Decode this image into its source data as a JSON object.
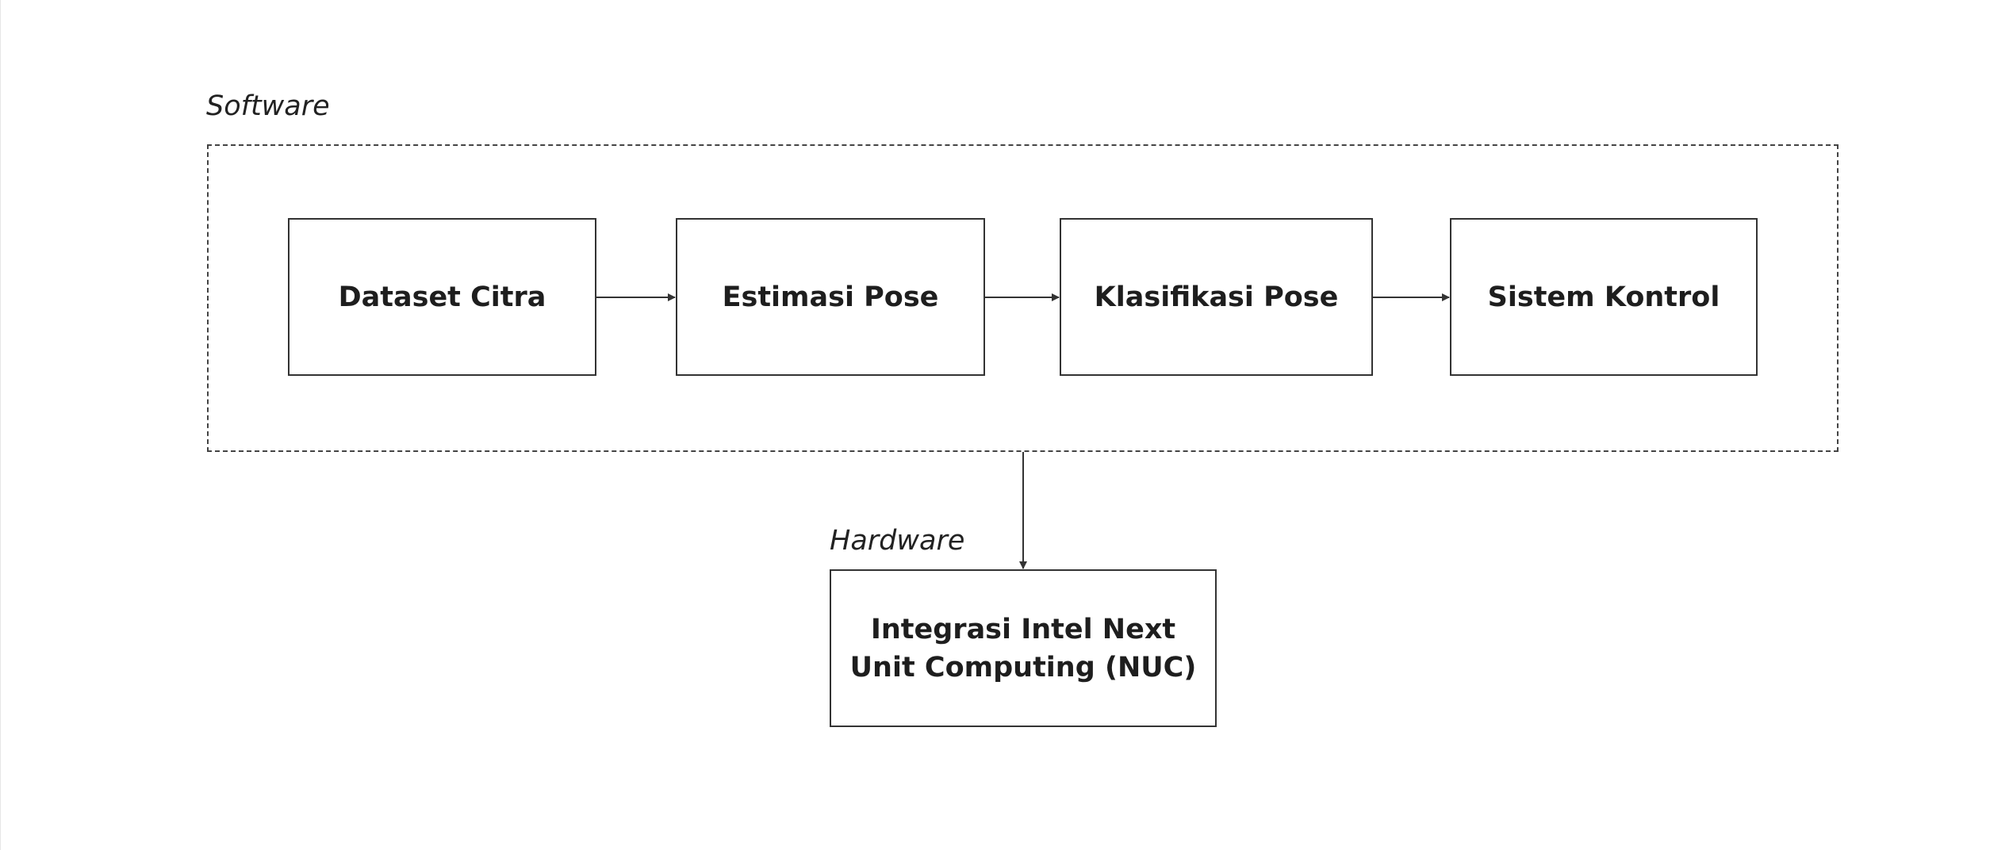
{
  "groups": {
    "software": "Software",
    "hardware": "Hardware"
  },
  "nodes": {
    "dataset": "Dataset Citra",
    "estimasi": "Estimasi Pose",
    "klasifikasi": "Klasifikasi Pose",
    "kontrol": "Sistem Kontrol",
    "nuc": "Integrasi Intel Next Unit Computing (NUC)"
  },
  "colors": {
    "stroke": "#333333",
    "text": "#1e1e1e",
    "background": "#ffffff"
  }
}
